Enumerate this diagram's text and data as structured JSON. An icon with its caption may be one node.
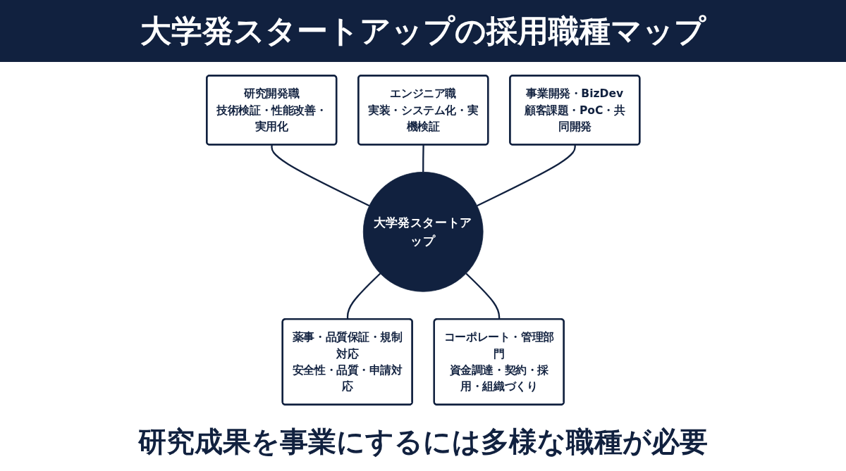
{
  "diagram": {
    "title": "大学発スタートアップの採用職種マップ",
    "caption": "研究成果を事業にするには多様な職種が必要",
    "nodes": [
      {
        "text": [
          "研究開発職",
          "技術検証・性能改善・実用化"
        ]
      },
      {
        "text": [
          "エンジニア職",
          "実装・システム化・実機検証"
        ]
      },
      {
        "text": [
          "事業開発・BizDev",
          "顧客課題・PoC・共同開発"
        ]
      },
      {
        "text": [
          "薬事・品質保証・規制対応",
          "安全性・品質・申請対応"
        ]
      },
      {
        "text": [
          "大学発スタートアップ"
        ]
      },
      {
        "text": [
          "コーポレート・管理部門",
          "資金調達・契約・採用・組織づくり"
        ]
      }
    ],
    "edges": [
      {
        "from": 0,
        "to": 4,
        "arrow": "none"
      },
      {
        "from": 1,
        "to": 4,
        "arrow": "none"
      },
      {
        "from": 2,
        "to": 4,
        "arrow": "none"
      },
      {
        "from": 4,
        "to": 3,
        "arrow": "none"
      },
      {
        "from": 4,
        "to": 5,
        "arrow": "none"
      }
    ]
  }
}
